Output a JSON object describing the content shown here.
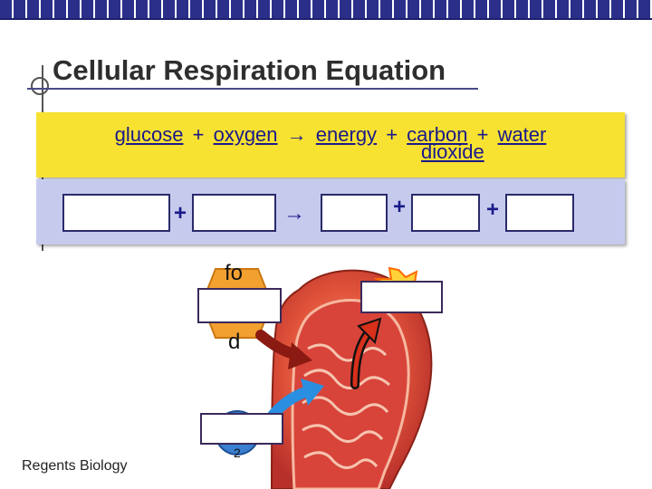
{
  "title": "Cellular Respiration Equation",
  "word_equation": {
    "reactant1": "glucose",
    "plus1": "+",
    "reactant2": "oxygen",
    "arrow": "→",
    "product1": "energy",
    "plus2": "+",
    "product2": "carbon",
    "plus3": "+",
    "product3": "water",
    "product2_line2": "dioxide"
  },
  "symbol_row": {
    "plus1": "+",
    "arrow": "→",
    "plus2": "+",
    "plus3": "+"
  },
  "diagram": {
    "food_fragment_top": "fo",
    "food_fragment_bottom": "d",
    "oxygen_subscript": "2"
  },
  "footer": "Regents Biology",
  "colors": {
    "topbar": "#2b2f8a",
    "equation_band": "#f7e131",
    "symbol_band": "#c6cbee",
    "text_blue": "#1a1a8a"
  }
}
